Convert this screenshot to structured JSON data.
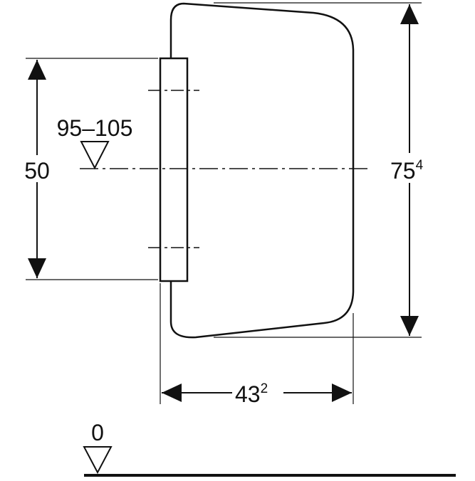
{
  "dimensions": {
    "height_mount": "50",
    "height_install_range": "95–105",
    "total_height_base": "75",
    "total_height_sup": "4",
    "depth_base": "43",
    "depth_sup": "2",
    "floor_level": "0"
  },
  "colors": {
    "line": "#111111",
    "background": "#ffffff"
  }
}
